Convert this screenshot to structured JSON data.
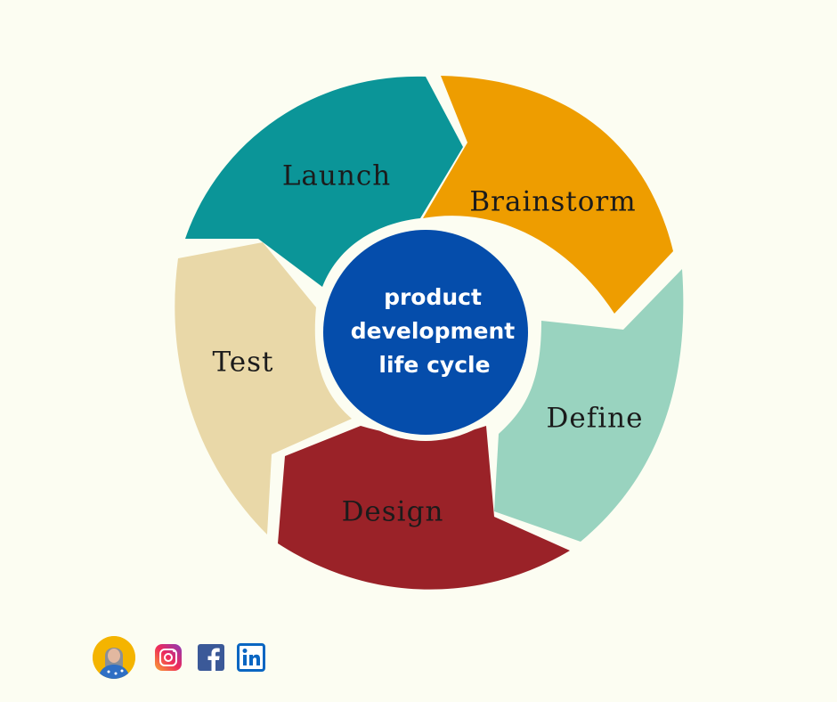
{
  "diagram": {
    "center_label_lines": [
      "product",
      "development",
      "life cycle"
    ],
    "stages": [
      {
        "label": "Brainstorm",
        "color": "#ee9d00"
      },
      {
        "label": "Define",
        "color": "#99d3bf"
      },
      {
        "label": "Design",
        "color": "#9a2228"
      },
      {
        "label": "Test",
        "color": "#e9d8a8"
      },
      {
        "label": "Launch",
        "color": "#0b9598"
      }
    ],
    "center_color": "#054dab"
  },
  "footer": {
    "icons": [
      "avatar",
      "instagram-icon",
      "facebook-icon",
      "linkedin-icon"
    ]
  }
}
